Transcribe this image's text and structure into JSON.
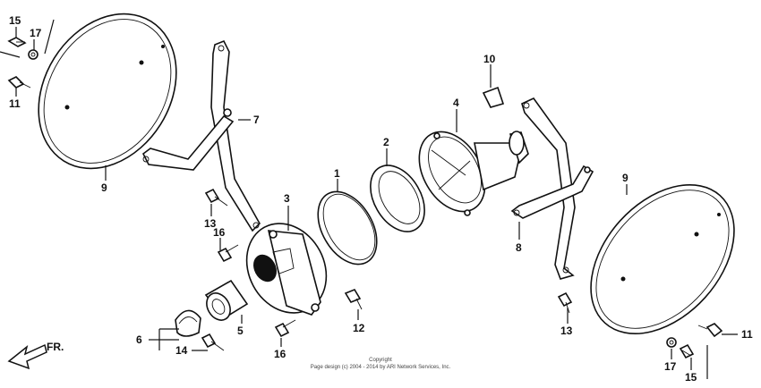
{
  "diagram": {
    "direction_label": "FR.",
    "copyright": {
      "line1": "Copyright",
      "line2": "Page design (c) 2004 - 2014 by ARI Network Services, Inc."
    },
    "callouts": [
      {
        "id": "c15a",
        "text": "15"
      },
      {
        "id": "c17a",
        "text": "17"
      },
      {
        "id": "c11a",
        "text": "11"
      },
      {
        "id": "c9a",
        "text": "9"
      },
      {
        "id": "c7",
        "text": "7"
      },
      {
        "id": "c13a",
        "text": "13"
      },
      {
        "id": "c16a",
        "text": "16"
      },
      {
        "id": "c3",
        "text": "3"
      },
      {
        "id": "c1",
        "text": "1"
      },
      {
        "id": "c2",
        "text": "2"
      },
      {
        "id": "c4",
        "text": "4"
      },
      {
        "id": "c10",
        "text": "10"
      },
      {
        "id": "c8",
        "text": "8"
      },
      {
        "id": "c9b",
        "text": "9"
      },
      {
        "id": "c13b",
        "text": "13"
      },
      {
        "id": "c11b",
        "text": "11"
      },
      {
        "id": "c17b",
        "text": "17"
      },
      {
        "id": "c15b",
        "text": "15"
      },
      {
        "id": "c5",
        "text": "5"
      },
      {
        "id": "c6",
        "text": "6"
      },
      {
        "id": "c14",
        "text": "14"
      },
      {
        "id": "c12",
        "text": "12"
      },
      {
        "id": "c16b",
        "text": "16"
      }
    ]
  }
}
